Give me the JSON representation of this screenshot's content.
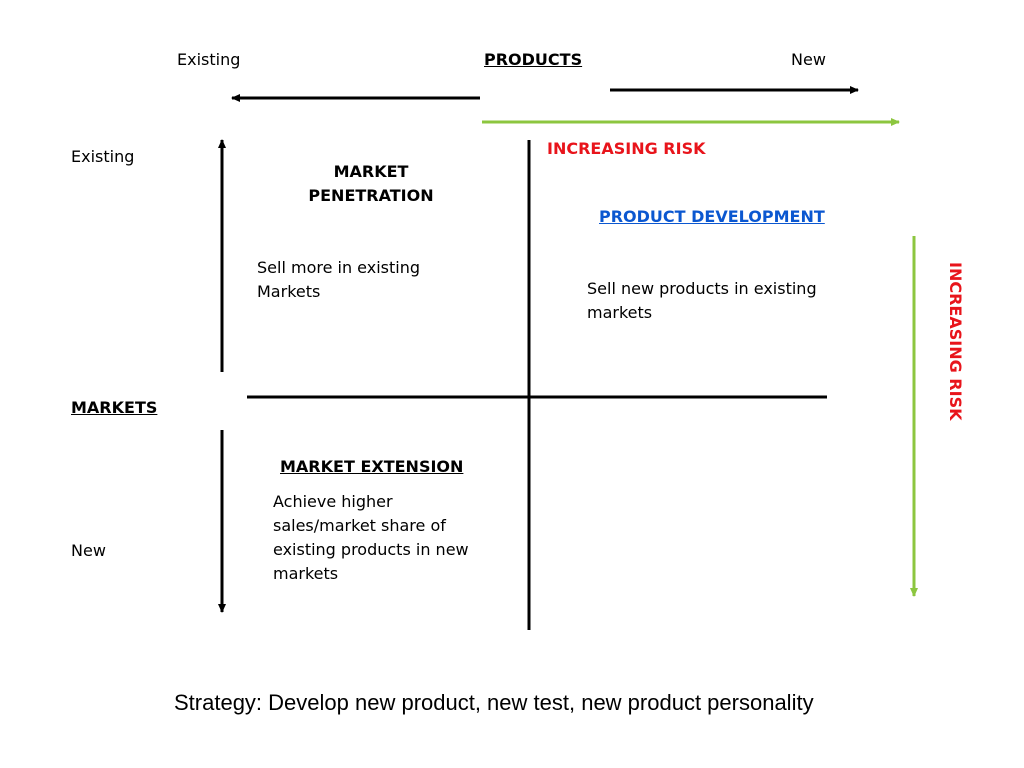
{
  "products": {
    "title": "PRODUCTS",
    "existing_label": "Existing",
    "new_label": "New"
  },
  "markets": {
    "title": "MARKETS",
    "existing_label": "Existing",
    "new_label": "New"
  },
  "risk": {
    "horizontal_label": "INCREASING RISK",
    "vertical_label": "INCREASING RISK",
    "color": "#e8141b",
    "arrow_color": "#8cc63f"
  },
  "quadrants": {
    "market_penetration": {
      "title": "MARKET PENETRATION",
      "description": "Sell more in existing Markets"
    },
    "product_development": {
      "title": "PRODUCT DEVELOPMENT",
      "description": "Sell new products in existing markets",
      "color": "#0b57d0"
    },
    "market_extension": {
      "title": "MARKET EXTENSION",
      "description": "Achieve higher sales/market share of existing products in new markets"
    }
  },
  "footer": {
    "strategy_text": "Strategy: Develop new product, new test, new product personality"
  }
}
